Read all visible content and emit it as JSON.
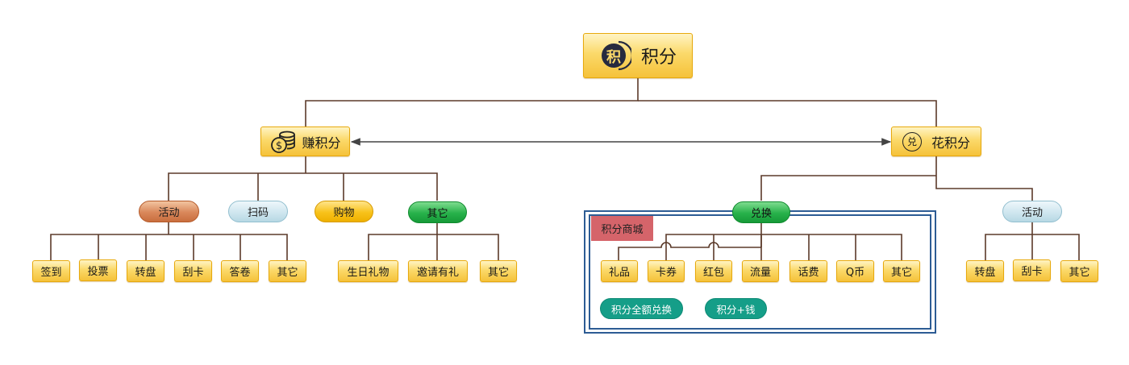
{
  "root": {
    "label": "积分",
    "icon": "ji-badge-icon",
    "icon_char": "积"
  },
  "earn": {
    "label": "赚积分",
    "icon": "coins-dollar-icon",
    "categories": [
      {
        "label": "活动",
        "style": "orange",
        "children": [
          "签到",
          "投票",
          "转盘",
          "刮卡",
          "答卷",
          "其它"
        ]
      },
      {
        "label": "扫码",
        "style": "blue",
        "children": []
      },
      {
        "label": "购物",
        "style": "yellow",
        "children": []
      },
      {
        "label": "其它",
        "style": "green",
        "children": [
          "生日礼物",
          "邀请有礼",
          "其它"
        ]
      }
    ]
  },
  "spend": {
    "label": "花积分",
    "icon": "exchange-circle-icon",
    "icon_char": "兑",
    "categories": [
      {
        "label": "兑换",
        "style": "green",
        "children": [
          "礼品",
          "卡券",
          "红包",
          "流量",
          "话费",
          "Q币",
          "其它"
        ]
      },
      {
        "label": "活动",
        "style": "blue",
        "children": [
          "转盘",
          "刮卡",
          "其它"
        ]
      }
    ],
    "mall": {
      "label": "积分商城",
      "modes": [
        "积分全额兑换",
        "积分+钱"
      ]
    }
  },
  "relation": {
    "type": "bidirectional-arrow",
    "between": [
      "赚积分",
      "花积分"
    ]
  },
  "colors": {
    "line": "#5b3a2a",
    "gold": "#f5c23a",
    "mall_border": "#2d5c94",
    "mall_label": "#d5646a",
    "teal": "#159e88"
  }
}
